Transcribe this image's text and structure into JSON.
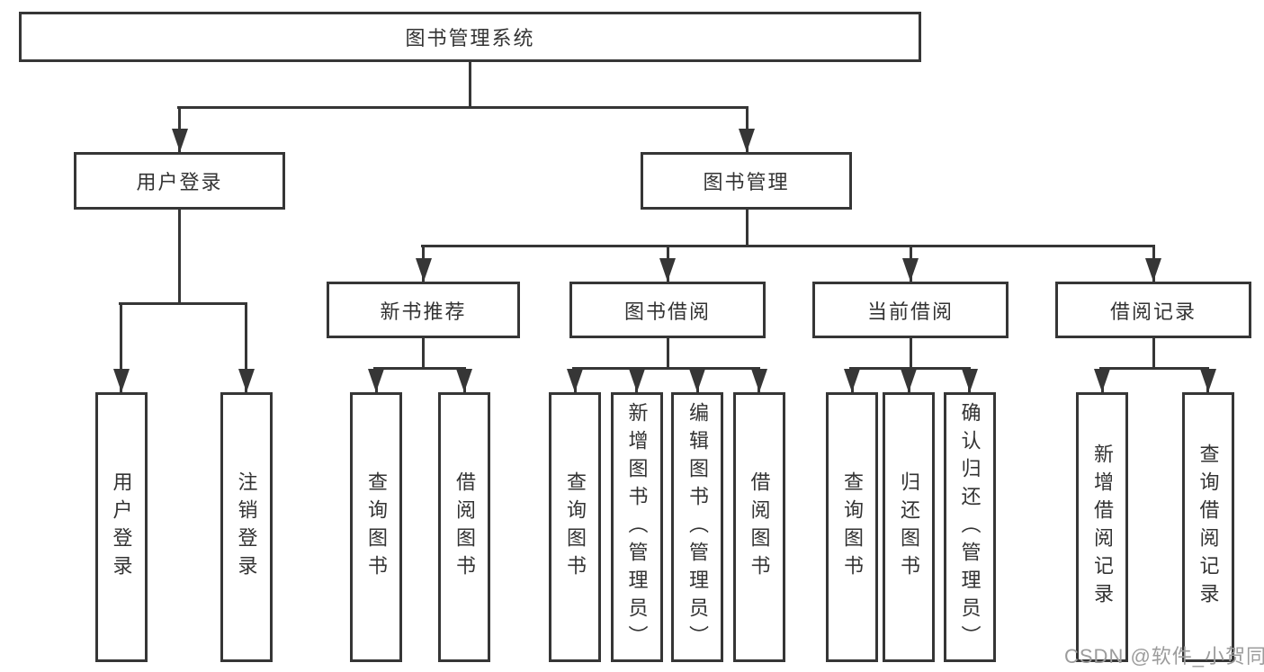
{
  "tree": {
    "root": {
      "label": "图书管理系统"
    },
    "branches": [
      {
        "label": "用户登录",
        "children": [
          {
            "label": "用户登录"
          },
          {
            "label": "注销登录"
          }
        ]
      },
      {
        "label": "图书管理",
        "children": [
          {
            "label": "新书推荐",
            "children": [
              {
                "label": "查询图书"
              },
              {
                "label": "借阅图书"
              }
            ]
          },
          {
            "label": "图书借阅",
            "children": [
              {
                "label": "查询图书"
              },
              {
                "label": "新增图书（管理员）"
              },
              {
                "label": "编辑图书（管理员）"
              },
              {
                "label": "借阅图书"
              }
            ]
          },
          {
            "label": "当前借阅",
            "children": [
              {
                "label": "查询图书"
              },
              {
                "label": "归还图书"
              },
              {
                "label": "确认归还（管理员）"
              }
            ]
          },
          {
            "label": "借阅记录",
            "children": [
              {
                "label": "新增借阅记录"
              },
              {
                "label": "查询借阅记录"
              }
            ]
          }
        ]
      }
    ]
  },
  "watermark": {
    "text": "CSDN @软件_小贺同学"
  },
  "colors": {
    "line": "#363636",
    "text": "#333333",
    "background": "#ffffff",
    "watermark": "#9c9c9c"
  }
}
